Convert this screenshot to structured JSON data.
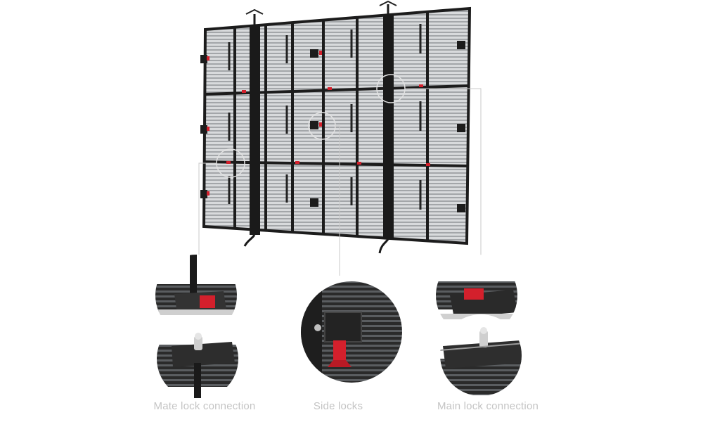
{
  "colors": {
    "background": "#ffffff",
    "frame": "#1c1c1c",
    "panel": "#d6d8da",
    "stripe": "#a6a9ac",
    "lock_accent": "#d4202c",
    "leader_line": "#c8c8c8",
    "caption_text": "#c4c4c4"
  },
  "captions": {
    "mate_lock": "Mate lock connection",
    "side_locks": "Side locks",
    "main_lock": "Main lock connection"
  }
}
